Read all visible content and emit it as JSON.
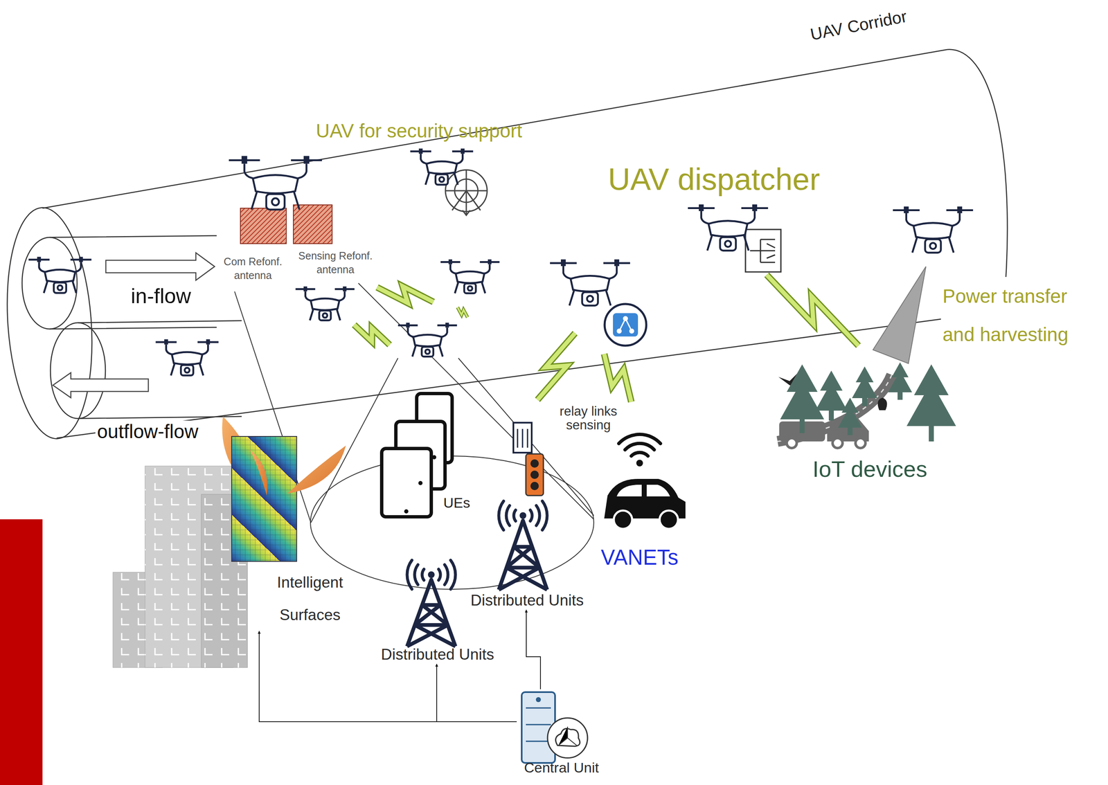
{
  "diagram": {
    "nodes": [
      {
        "text": [
          "Intelligent Surfaces"
        ]
      },
      {
        "text": [
          "Distributed Units"
        ]
      },
      {
        "text": [
          "Distributed Units"
        ]
      },
      {
        "text": [
          "Central Unit"
        ]
      }
    ],
    "edges": [
      {
        "from": 3,
        "to": 0,
        "arrow": "to"
      },
      {
        "from": 3,
        "to": 2,
        "arrow": "to"
      },
      {
        "from": 3,
        "to": 1,
        "arrow": "to"
      }
    ],
    "labels": [
      "UAV Corridor",
      "UAV for security support",
      "UAV dispatcher",
      "Com Refonf. antenna",
      "Sensing Refonf. antenna",
      "in-flow",
      "Power transfer and harvesting",
      "relay links sensing",
      "outflow-flow",
      "UEs",
      "VANETs",
      "IoT devices"
    ]
  }
}
